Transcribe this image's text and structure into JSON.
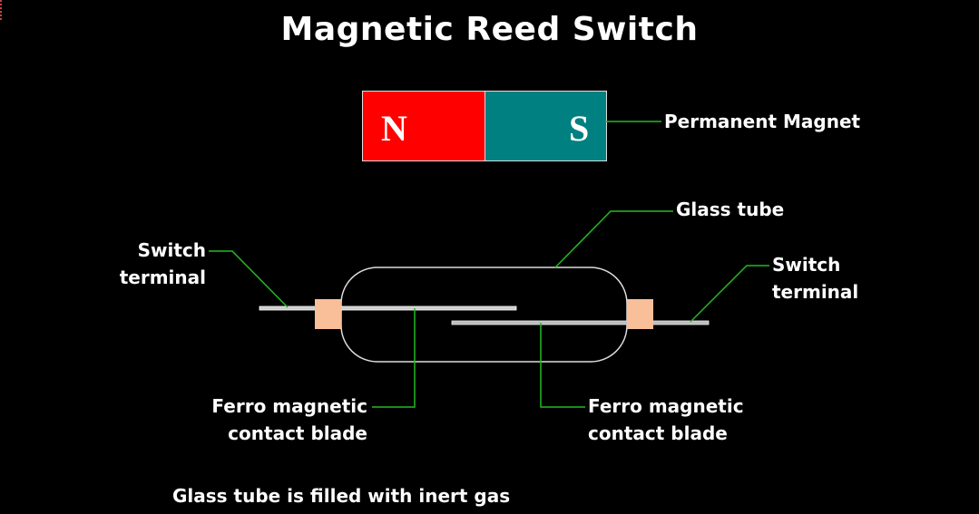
{
  "title": "Magnetic Reed Switch",
  "magnet": {
    "north_label": "N",
    "south_label": "S",
    "label": "Permanent Magnet",
    "colors": {
      "north": "#ff0000",
      "south": "#008080"
    }
  },
  "labels": {
    "glass_tube": "Glass tube",
    "switch_terminal_left": [
      "Switch",
      "terminal"
    ],
    "switch_terminal_right": [
      "Switch",
      "terminal"
    ],
    "blade_left": [
      "Ferro magnetic",
      "contact blade"
    ],
    "blade_right": [
      "Ferro magnetic",
      "contact blade"
    ]
  },
  "footnote": "Glass tube is filled with inert gas",
  "colors": {
    "background": "#000000",
    "leader_line": "#22bb22",
    "seal": "#f8bf99",
    "tube_outline": "#dddddd",
    "blade": "#cccccc"
  }
}
